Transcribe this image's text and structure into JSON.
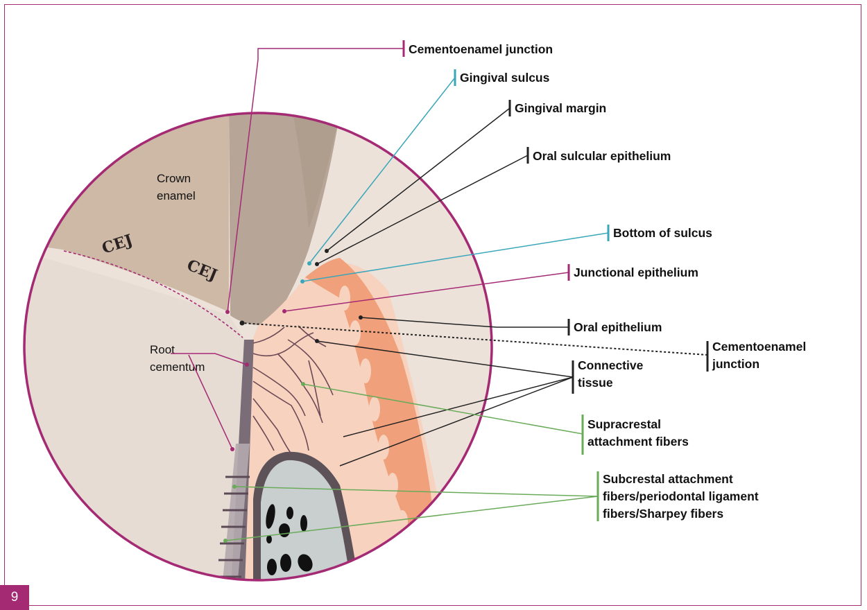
{
  "figure_number": "9",
  "colors": {
    "frame": "#a52a74",
    "magenta_leader": "#a52a74",
    "blue_leader": "#3aa6b9",
    "green_leader": "#6aab5a",
    "black_leader": "#222222",
    "enamel": "#cdb9a6",
    "tooth_root": "#e9ddd4",
    "oral_epithelium": "#f0a07a",
    "connective_tissue": "#f7d2bf",
    "bone": "#c9cfcf"
  },
  "diagram": {
    "inner_labels": {
      "crown_enamel": [
        "Crown",
        "enamel"
      ],
      "root_cementum": [
        "Root",
        "cementum"
      ],
      "cej_left": "CEJ",
      "cej_right": "CEJ"
    },
    "callouts": {
      "cementoenamel_junction_top": "Cementoenamel junction",
      "gingival_sulcus": "Gingival sulcus",
      "gingival_margin": "Gingival margin",
      "oral_sulcular_epithelium": "Oral sulcular epithelium",
      "bottom_of_sulcus": "Bottom of sulcus",
      "junctional_epithelium": "Junctional epithelium",
      "oral_epithelium": "Oral epithelium",
      "cementoenamel_junction_right": [
        "Cementoenamel",
        "junction"
      ],
      "connective_tissue": [
        "Connective",
        "tissue"
      ],
      "supracrestal_fibers": [
        "Supracrestal",
        "attachment fibers"
      ],
      "subcrestal_fibers": [
        "Subcrestal attachment",
        "fibers/periodontal ligament",
        "fibers/Sharpey fibers"
      ]
    }
  }
}
